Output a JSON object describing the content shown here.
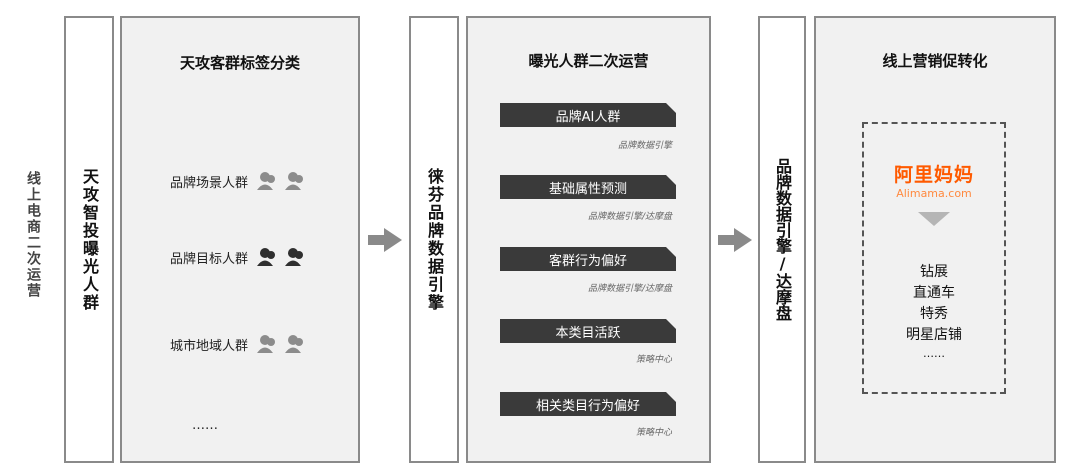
{
  "left_label": "线上电商二次运营",
  "col1_title": "天攻智投曝光人群",
  "panel1": {
    "title": "天攻客群标签分类",
    "rows": [
      {
        "label": "品牌场景人群",
        "icon_color": "#8c8c8c"
      },
      {
        "label": "品牌目标人群",
        "icon_color": "#2f2f2f"
      },
      {
        "label": "城市地域人群",
        "icon_color": "#8c8c8c"
      }
    ],
    "ellipsis": "……"
  },
  "col2_title": "徕芬品牌数据引擎",
  "panel2": {
    "title": "曝光人群二次运营",
    "items": [
      {
        "label": "品牌AI人群",
        "sub": "品牌数据引擎"
      },
      {
        "label": "基础属性预测",
        "sub": "品牌数据引擎/达摩盘"
      },
      {
        "label": "客群行为偏好",
        "sub": "品牌数据引擎/达摩盘"
      },
      {
        "label": "本类目活跃",
        "sub": "策略中心"
      },
      {
        "label": "相关类目行为偏好",
        "sub": "策略中心"
      }
    ]
  },
  "col3_title": "品牌数据引擎/达摩盘",
  "panel3": {
    "title": "线上营销促转化",
    "logo_cn": "阿里妈妈",
    "logo_en": "Alimama.com",
    "channels": [
      "钻展",
      "直通车",
      "特秀",
      "明星店铺",
      "……"
    ]
  },
  "colors": {
    "logo": "#ff5a00",
    "bar": "#3a3a3a",
    "arrow": "#8a8a8a"
  },
  "icons": {
    "arrow": "arrow-right-icon",
    "people": "people-icon",
    "down": "triangle-down-icon"
  }
}
